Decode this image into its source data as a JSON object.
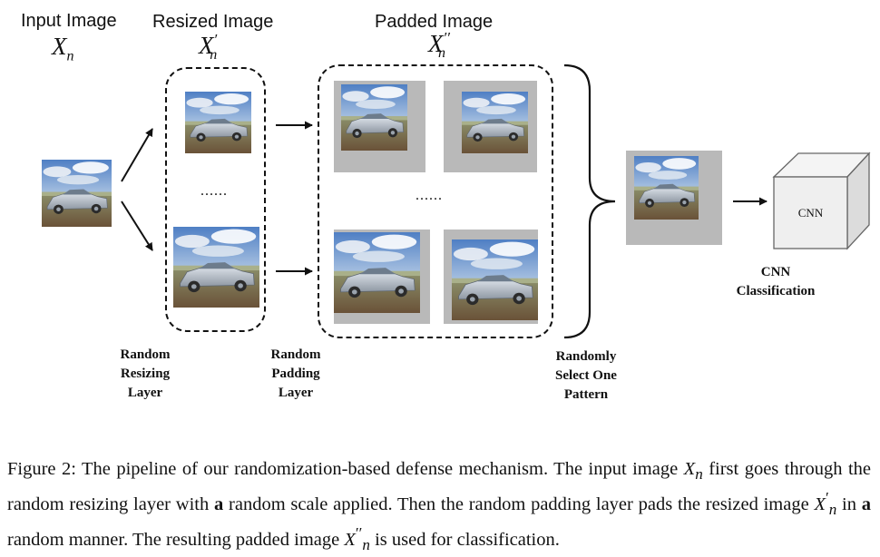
{
  "stages": {
    "input": {
      "heading": "Input Image",
      "symbol": "X",
      "sub": "n",
      "sup": ""
    },
    "resized": {
      "heading": "Resized Image",
      "symbol": "X",
      "sub": "n",
      "sup": "′"
    },
    "padded": {
      "heading": "Padded Image",
      "symbol": "X",
      "sub": "n",
      "sup": "′′"
    }
  },
  "ellipsis": "......",
  "layers": {
    "resizing": [
      "Random",
      "Resizing",
      "Layer"
    ],
    "padding": [
      "Random",
      "Padding",
      "Layer"
    ],
    "select": [
      "Randomly",
      "Select One",
      "Pattern"
    ]
  },
  "cnn": {
    "box_label": "CNN",
    "caption_line1": "CNN",
    "caption_line2": "Classification"
  },
  "figure_caption": {
    "prefix": "Figure 2:",
    "p1": " The pipeline of our randomization-based defense mechanism. The input image ",
    "x_n": "X",
    "p2": " first goes through the random resizing layer with ",
    "bold_a1": "a",
    "p3": " random scale applied.  Then the random padding layer pads the resized image ",
    "p4": " in ",
    "bold_a2": "a",
    "p5": " random manner. The resulting padded image ",
    "p6": " is used for classification.",
    "sub_n": "n",
    "prime1": "′",
    "prime2": "′′"
  },
  "colors": {
    "padding_gray": "#b9b9b9",
    "sky": "#7ea6d8",
    "car": "#b9c2cc",
    "ground": "#7a6a50"
  },
  "icons": [
    "arrow-icon",
    "brace-icon",
    "car-photo-icon",
    "cube-icon"
  ]
}
